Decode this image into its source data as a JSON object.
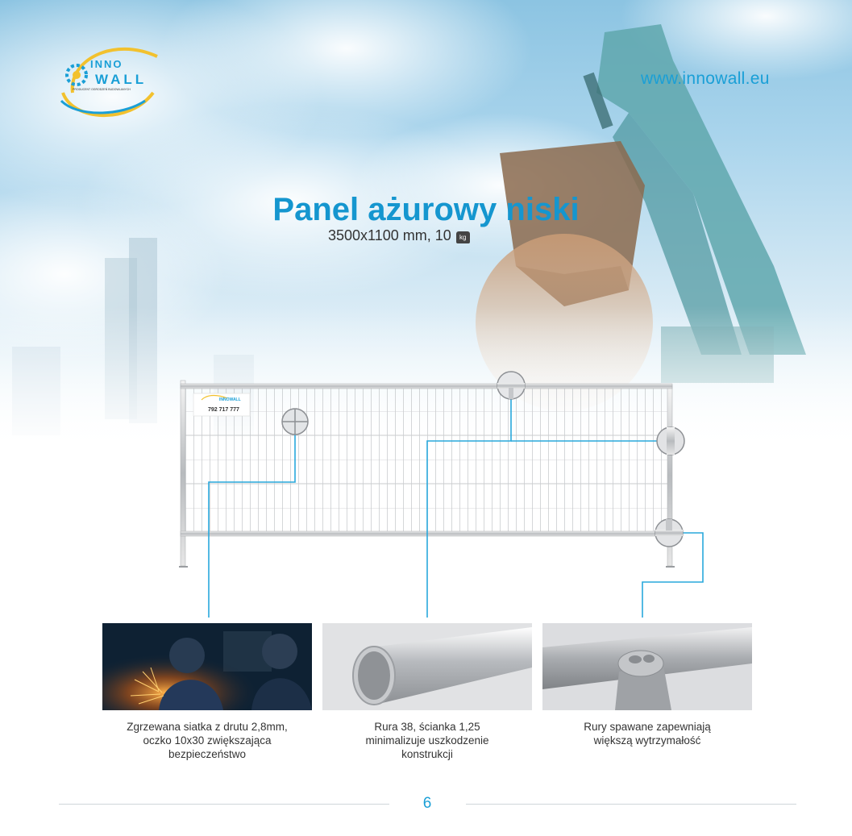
{
  "header": {
    "logo_text_top": "INNO",
    "logo_text_bottom": "WALL",
    "logo_tagline": "PRODUCENT OGRODZEŃ BUDOWLANYCH",
    "website": "www.innowall.eu"
  },
  "product": {
    "title": "Panel ażurowy niski",
    "dimensions": "3500x1100 mm, 10",
    "weight_unit": "kg"
  },
  "banner": {
    "phone": "792 717 777"
  },
  "features": [
    {
      "image": "welder-photo",
      "caption": "Zgrzewana siatka z drutu 2,8mm,\noczko 10x30 zwiększająca\nbezpieczeństwo"
    },
    {
      "image": "pipe-photo",
      "caption": "Rura 38, ścianka 1,25\nminimalizuje uszkodzenie\nkonstrukcji"
    },
    {
      "image": "welded-joint-photo",
      "caption": "Rury spawane zapewniają\nwiększą wytrzymałość"
    }
  ],
  "footer": {
    "page_number": "6"
  },
  "colors": {
    "accent": "#1a9fd6",
    "callout_line": "#29a8dc"
  }
}
